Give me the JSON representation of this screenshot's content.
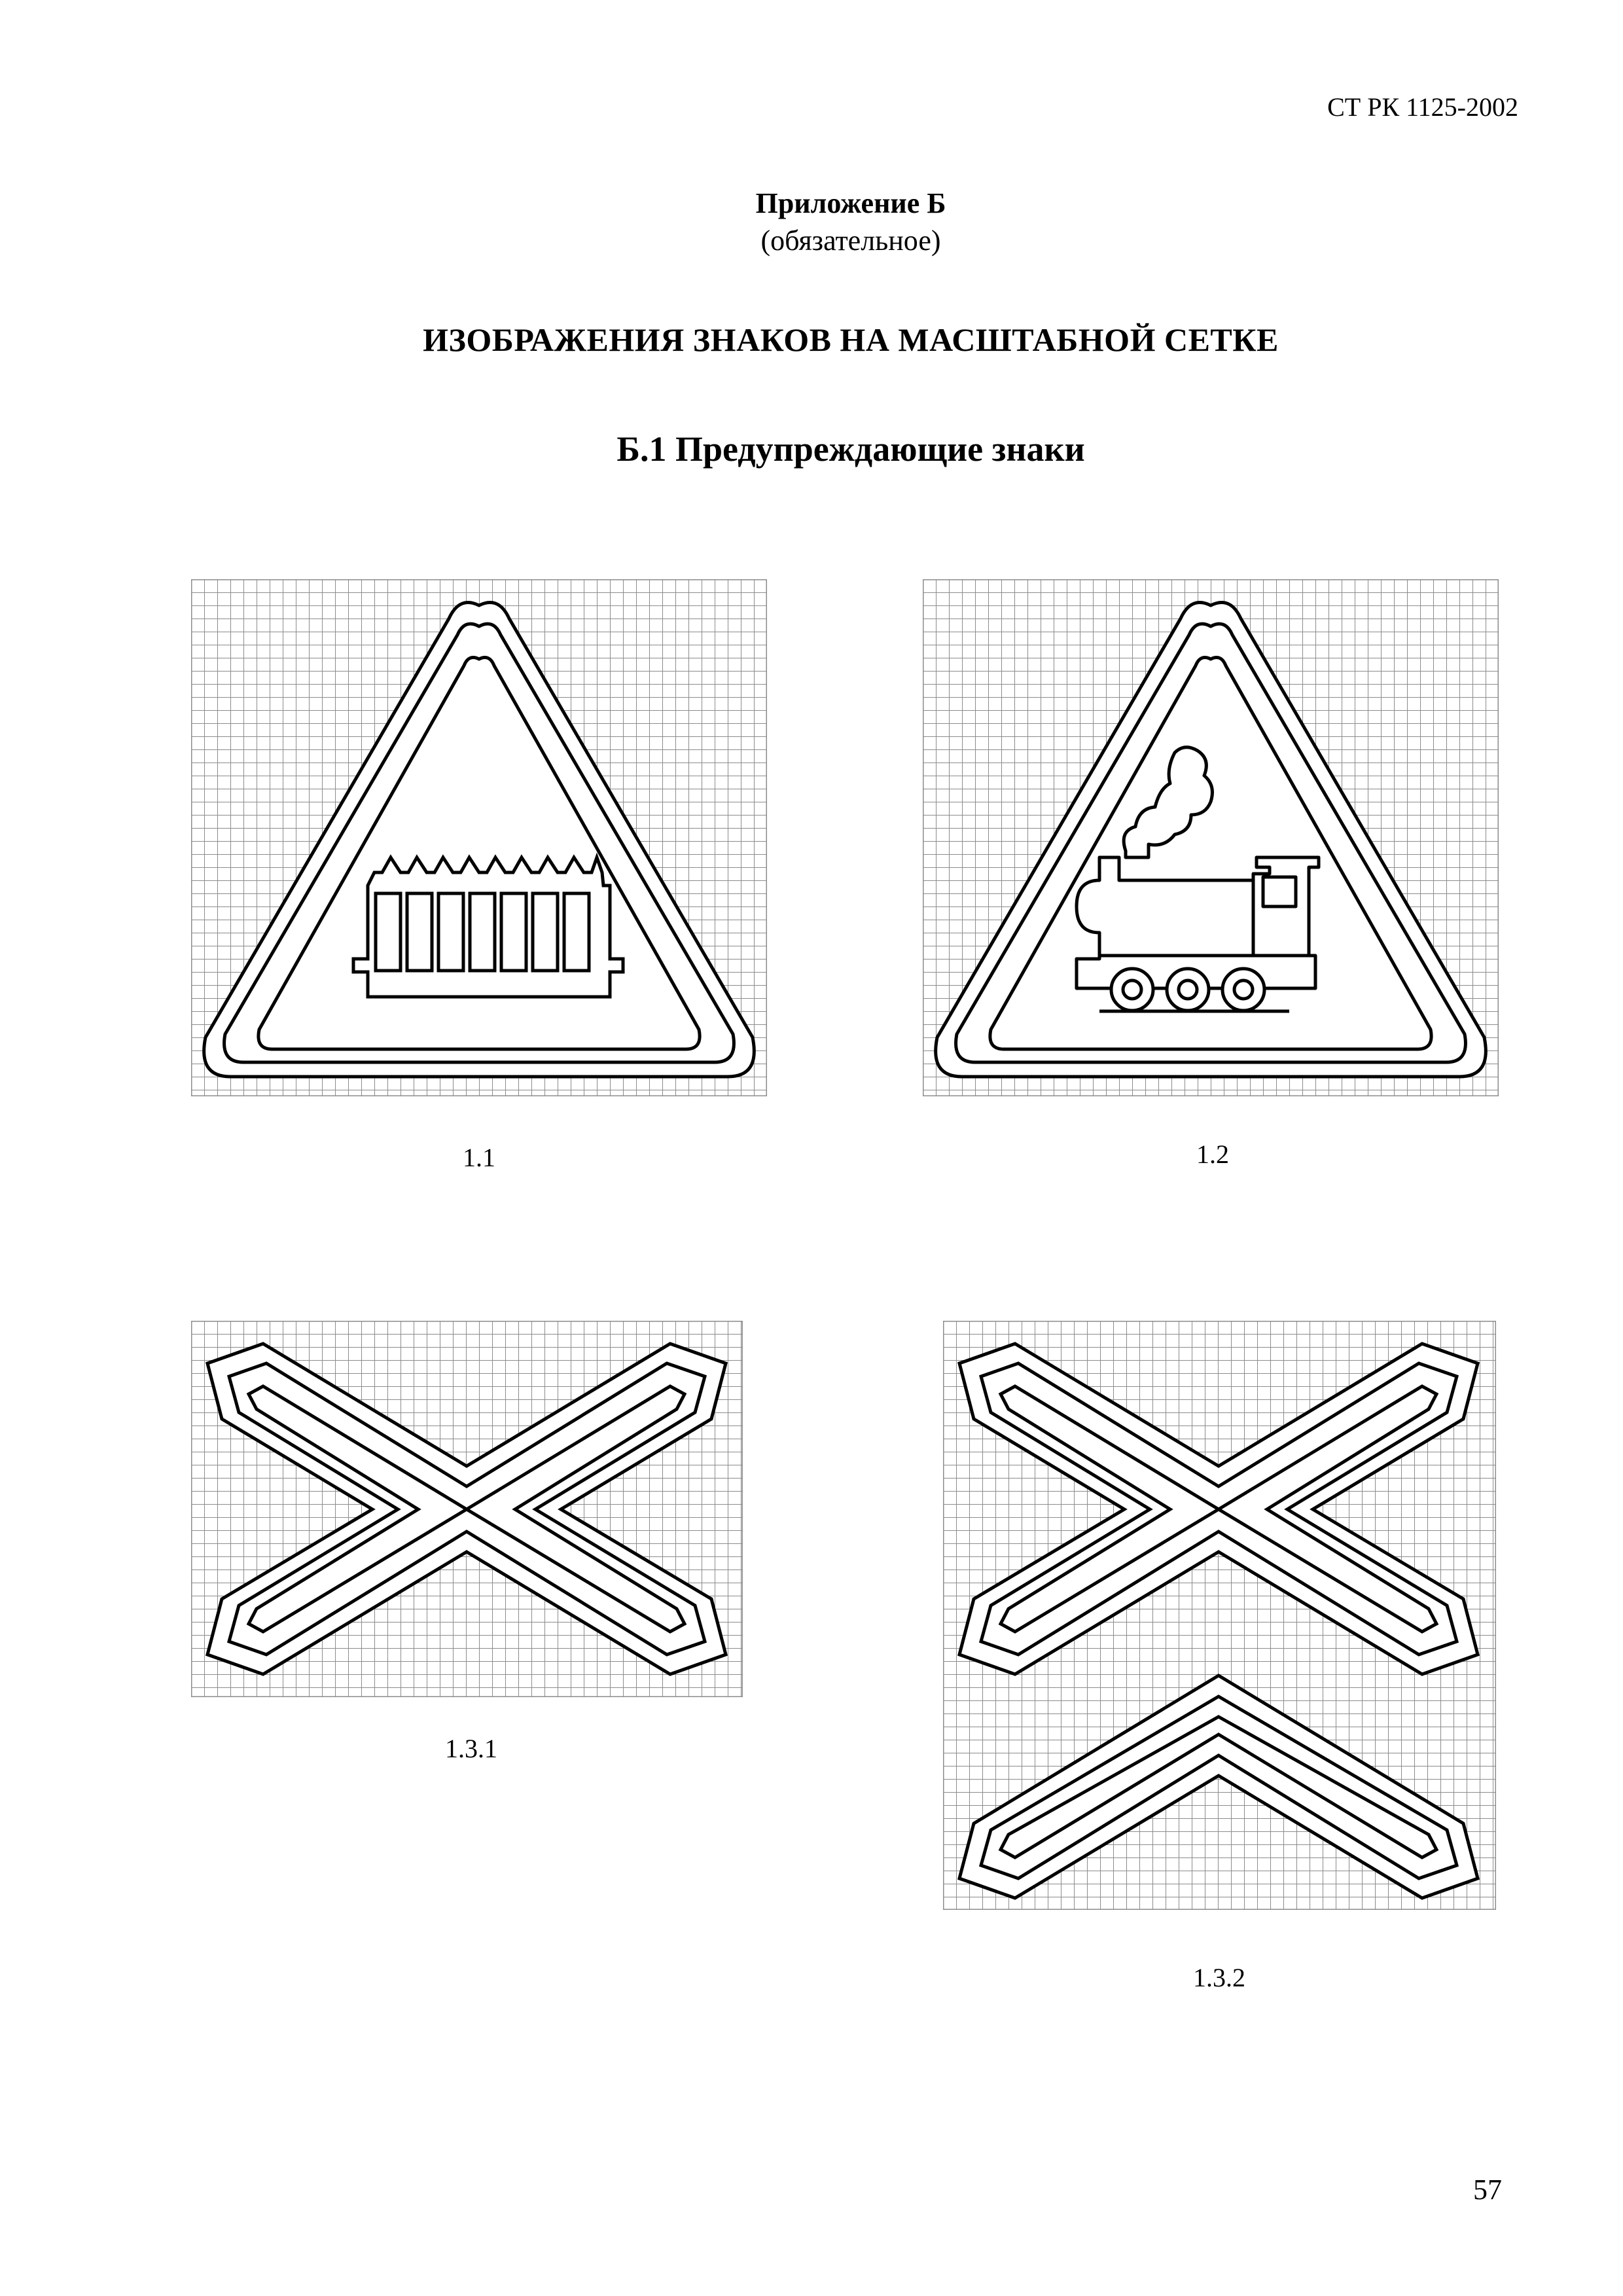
{
  "header": {
    "doc_code": "СТ РК 1125-2002"
  },
  "appendix": {
    "title": "Приложение Б",
    "note": "(обязательное)"
  },
  "main_title": "ИЗОБРАЖЕНИЯ ЗНАКОВ НА МАСШТАБНОЙ СЕТКЕ",
  "section_title": "Б.1 Предупреждающие знаки",
  "figures": [
    {
      "caption": "1.1"
    },
    {
      "caption": "1.2"
    },
    {
      "caption": "1.3.1"
    },
    {
      "caption": "1.3.2"
    }
  ],
  "footer": {
    "page_number": "57"
  },
  "colors": {
    "grid": "#8c8c8c",
    "outline": "#000000"
  }
}
